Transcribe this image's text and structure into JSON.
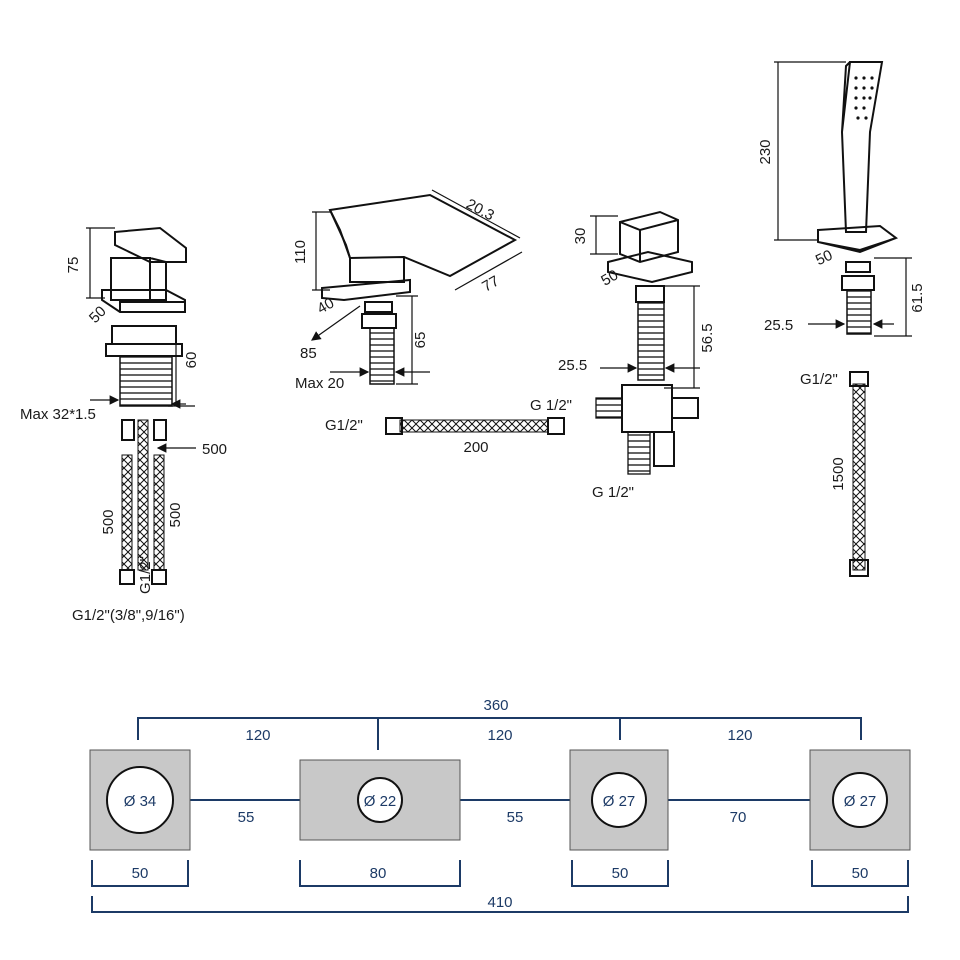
{
  "colors": {
    "line": "#111111",
    "plan_line": "#1c3a66",
    "plate_fill": "#c8c8c8",
    "hole_fill": "#ffffff"
  },
  "mixer": {
    "height": "75",
    "base": "50",
    "shank": "60",
    "thread": "Max 32*1.5",
    "hose_right": "500",
    "hose_left_len": "500",
    "hose_right_len": "500",
    "hose_thread": "G1/2\"",
    "fittings": "G1/2\"(3/8\",9/16\")"
  },
  "spout": {
    "length": "20.3",
    "height": "110",
    "depth": "77",
    "base": "40",
    "reach": "85",
    "shank": "65",
    "max_deck": "Max 20",
    "hose_label": "G1/2\"",
    "hose_len": "200"
  },
  "diverter": {
    "height": "30",
    "base": "50",
    "shank": "56.5",
    "thread": "25.5",
    "inlet_top": "G 1/2\"",
    "inlet_bottom": "G 1/2\""
  },
  "handshower": {
    "height": "230",
    "base": "50",
    "shank": "61.5",
    "thread": "25.5",
    "hose_thread": "G1/2\"",
    "hose_len": "1500"
  },
  "plan": {
    "overall_top": "360",
    "gap_top": [
      "120",
      "120",
      "120"
    ],
    "gaps_between": [
      "55",
      "55",
      "70"
    ],
    "plates": [
      {
        "label": "Ø 34",
        "width": "50"
      },
      {
        "label": "Ø 22",
        "width": "80"
      },
      {
        "label": "Ø 27",
        "width": "50"
      },
      {
        "label": "Ø 27",
        "width": "50"
      }
    ],
    "overall_bottom": "410"
  }
}
